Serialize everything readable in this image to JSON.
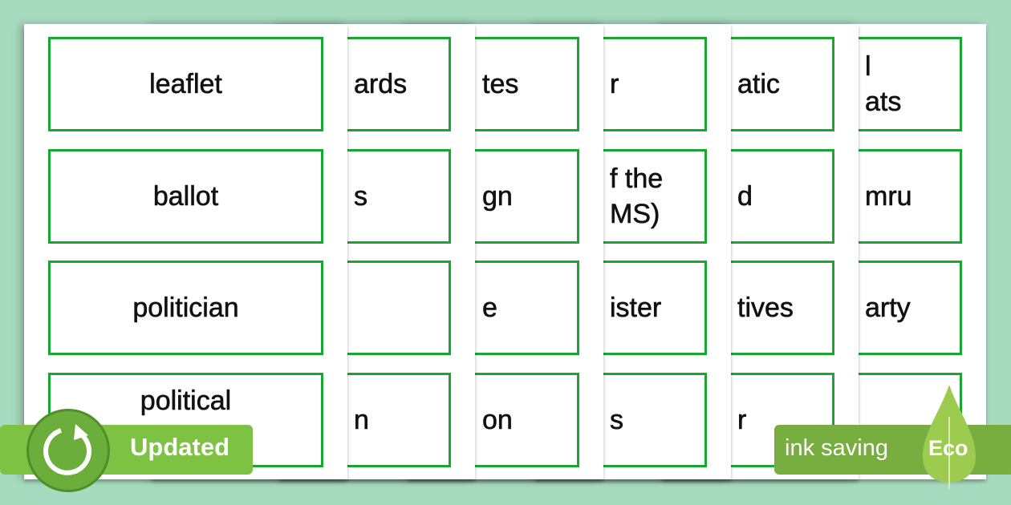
{
  "pages": [
    {
      "cards": [
        {
          "text": "leaflet"
        },
        {
          "text": "ballot"
        },
        {
          "text": "politician"
        },
        {
          "text": "political"
        }
      ]
    },
    {
      "cards": [
        {
          "text": "ards"
        },
        {
          "text": "s"
        },
        {
          "text": ""
        },
        {
          "text": "n"
        }
      ]
    },
    {
      "cards": [
        {
          "text": "tes"
        },
        {
          "text": "gn"
        },
        {
          "text": "e"
        },
        {
          "text": "on"
        }
      ]
    },
    {
      "cards": [
        {
          "text": "r"
        },
        {
          "text": "f the\nMS)"
        },
        {
          "text": "ister"
        },
        {
          "text": "s"
        }
      ]
    },
    {
      "cards": [
        {
          "text": "atic"
        },
        {
          "text": "d"
        },
        {
          "text": "tives"
        },
        {
          "text": "r"
        }
      ]
    },
    {
      "cards": [
        {
          "text": "l\nats"
        },
        {
          "text": "mru"
        },
        {
          "text": "arty"
        },
        {
          "text": ""
        }
      ]
    }
  ],
  "badges": {
    "updated": {
      "label": "Updated",
      "icon": "refresh-icon"
    },
    "eco": {
      "label": "ink saving",
      "leaf_label": "Eco",
      "icon": "leaf-icon"
    }
  },
  "colors": {
    "background": "#a7dbbf",
    "card_border": "#1aa632",
    "badge_green": "#7dc242",
    "eco_green": "#78ad3f"
  }
}
